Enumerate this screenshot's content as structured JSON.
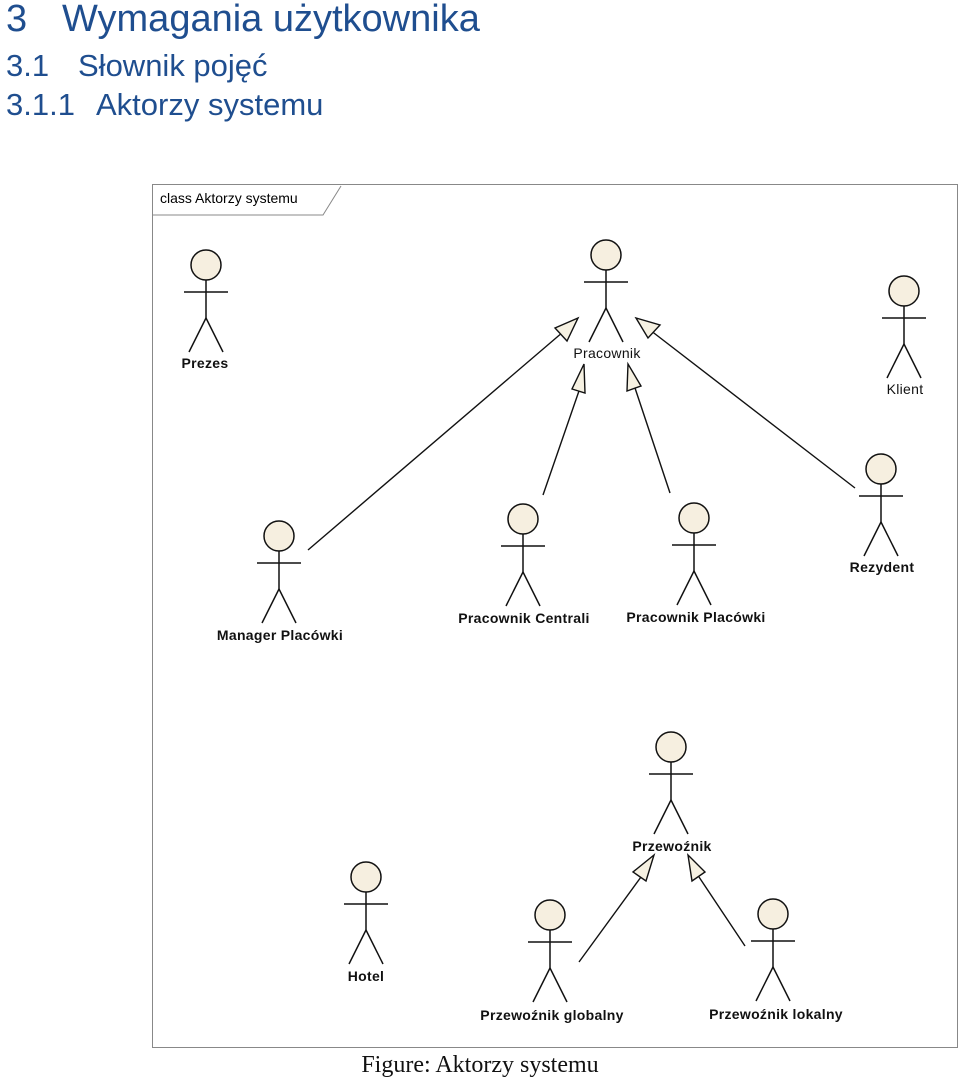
{
  "headings": {
    "h1": {
      "number": "3",
      "text": "Wymagania użytkownika"
    },
    "h2": {
      "number": "3.1",
      "text": "Słownik pojęć"
    },
    "h3": {
      "number": "3.1.1",
      "text": "Aktorzy systemu"
    }
  },
  "diagram": {
    "frame_label": "class Aktorzy systemu",
    "actors": {
      "prezes": "Prezes",
      "pracownik": "Pracownik",
      "klient": "Klient",
      "rezydent": "Rezydent",
      "manager_placowki": "Manager Placówki",
      "pracownik_centrali": "Pracownik Centrali",
      "pracownik_placowki": "Pracownik Placówki",
      "przewoznik": "Przewoźnik",
      "hotel": "Hotel",
      "przewoznik_globalny": "Przewoźnik globalny",
      "przewoznik_lokalny": "Przewoźnik lokalny"
    }
  },
  "caption": "Figure: Aktorzy systemu"
}
